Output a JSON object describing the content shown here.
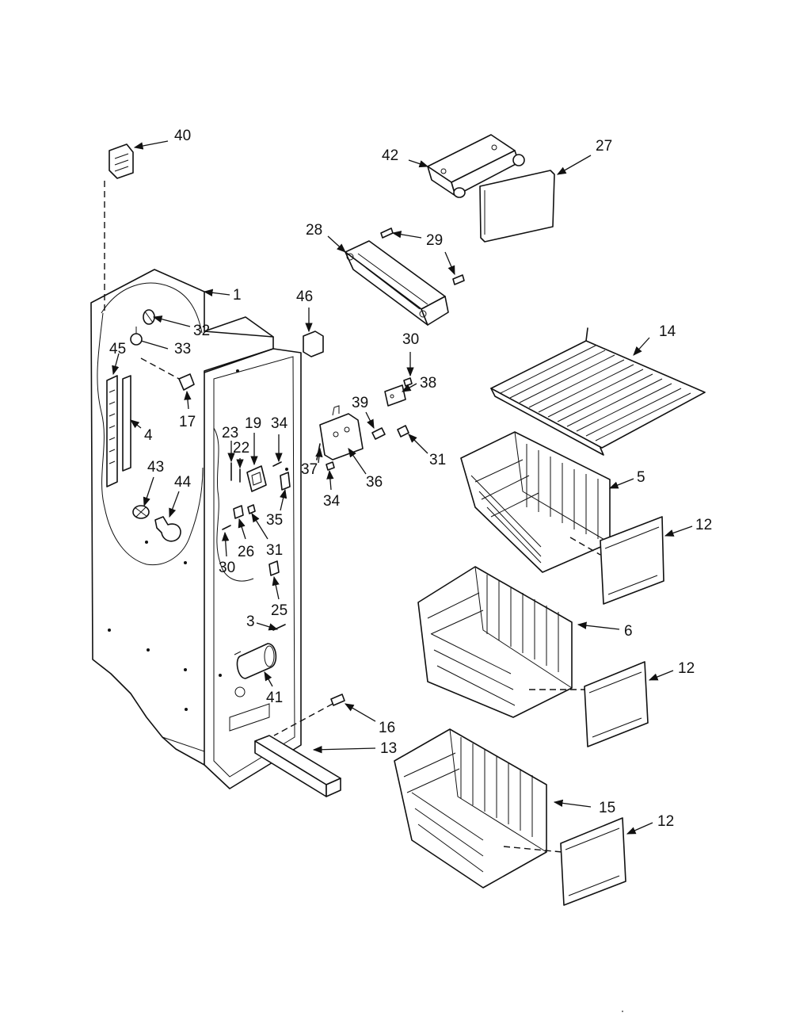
{
  "diagram": {
    "callouts": [
      {
        "id": "c40",
        "text": "40"
      },
      {
        "id": "c42",
        "text": "42"
      },
      {
        "id": "c27",
        "text": "27"
      },
      {
        "id": "c28",
        "text": "28"
      },
      {
        "id": "c29",
        "text": "29"
      },
      {
        "id": "c1",
        "text": "1"
      },
      {
        "id": "c46",
        "text": "46"
      },
      {
        "id": "c32",
        "text": "32"
      },
      {
        "id": "c33",
        "text": "33"
      },
      {
        "id": "c45",
        "text": "45"
      },
      {
        "id": "c30a",
        "text": "30"
      },
      {
        "id": "c38",
        "text": "38"
      },
      {
        "id": "c14",
        "text": "14"
      },
      {
        "id": "c17",
        "text": "17"
      },
      {
        "id": "c39",
        "text": "39"
      },
      {
        "id": "c19",
        "text": "19"
      },
      {
        "id": "c34a",
        "text": "34"
      },
      {
        "id": "c23",
        "text": "23"
      },
      {
        "id": "c22",
        "text": "22"
      },
      {
        "id": "c4",
        "text": "4"
      },
      {
        "id": "c31a",
        "text": "31"
      },
      {
        "id": "c37",
        "text": "37"
      },
      {
        "id": "c36",
        "text": "36"
      },
      {
        "id": "c43",
        "text": "43"
      },
      {
        "id": "c44",
        "text": "44"
      },
      {
        "id": "c5",
        "text": "5"
      },
      {
        "id": "c34b",
        "text": "34"
      },
      {
        "id": "c35",
        "text": "35"
      },
      {
        "id": "c12a",
        "text": "12"
      },
      {
        "id": "c26",
        "text": "26"
      },
      {
        "id": "c31b",
        "text": "31"
      },
      {
        "id": "c30b",
        "text": "30"
      },
      {
        "id": "c25",
        "text": "25"
      },
      {
        "id": "c6",
        "text": "6"
      },
      {
        "id": "c3",
        "text": "3"
      },
      {
        "id": "c12b",
        "text": "12"
      },
      {
        "id": "c41",
        "text": "41"
      },
      {
        "id": "c16",
        "text": "16"
      },
      {
        "id": "c13",
        "text": "13"
      },
      {
        "id": "c15",
        "text": "15"
      },
      {
        "id": "c12c",
        "text": "12"
      }
    ]
  }
}
